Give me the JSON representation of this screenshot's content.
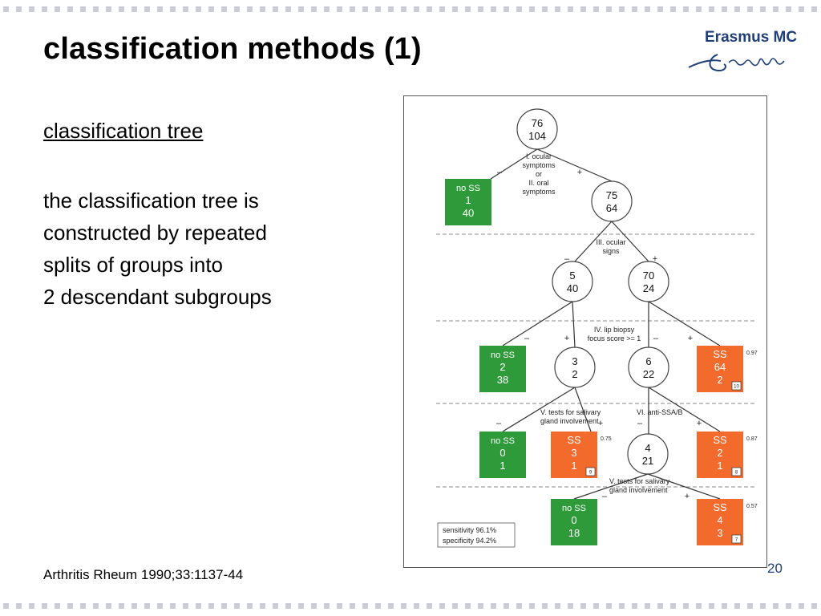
{
  "slide": {
    "title": "classification methods (1)",
    "subheading": "classification tree",
    "body": "the classification tree is\nconstructed by repeated\nsplits of groups into\n2 descendant subgroups",
    "citation": "Arthritis Rheum 1990;33:1137-44",
    "page_number": "20"
  },
  "logo": {
    "name": "Erasmus MC",
    "script": "Erasmus"
  },
  "colors": {
    "green": "#2e9a3a",
    "orange": "#f26a2c",
    "title_blue": "#1f3f7a"
  },
  "tree": {
    "nodes": {
      "root": [
        "76",
        "104"
      ],
      "n75": [
        "75",
        "64"
      ],
      "n5": [
        "5",
        "40"
      ],
      "n70": [
        "70",
        "24"
      ],
      "n3": [
        "3",
        "2"
      ],
      "n6": [
        "6",
        "22"
      ],
      "n4": [
        "4",
        "21"
      ]
    },
    "leaves": {
      "leaf_a": [
        "no SS",
        "1",
        "40"
      ],
      "leaf_b": [
        "no SS",
        "2",
        "38"
      ],
      "leaf_c": [
        "SS",
        "64",
        "2"
      ],
      "leaf_d": [
        "no SS",
        "0",
        "1"
      ],
      "leaf_e": [
        "SS",
        "3",
        "1"
      ],
      "leaf_f": [
        "SS",
        "2",
        "1"
      ],
      "leaf_g": [
        "no SS",
        "0",
        "18"
      ],
      "leaf_h": [
        "SS",
        "4",
        "3"
      ]
    },
    "leaf_scores": {
      "leaf_c": "0.97",
      "leaf_e": "0.75",
      "leaf_f": "0.87",
      "leaf_h": "0.57"
    },
    "leaf_tags": {
      "leaf_c": "10",
      "leaf_e": "9",
      "leaf_f": "8",
      "leaf_h": "7"
    },
    "split_labels": {
      "s1": [
        "I. ocular",
        "symptoms",
        "or",
        "II. oral",
        "symptoms"
      ],
      "s2": [
        "III. ocular",
        "signs"
      ],
      "s3": [
        "IV. lip biopsy",
        "focus score >= 1"
      ],
      "s4": [
        "V. tests for salivary",
        "gland involvement"
      ],
      "s5": [
        "VI. anti-SSA/B"
      ],
      "s6": [
        "V. tests for salivary",
        "gland involvement"
      ]
    },
    "minus": "–",
    "plus": "+",
    "stats": [
      "sensitivity 96.1%",
      "specificity 94.2%"
    ]
  }
}
